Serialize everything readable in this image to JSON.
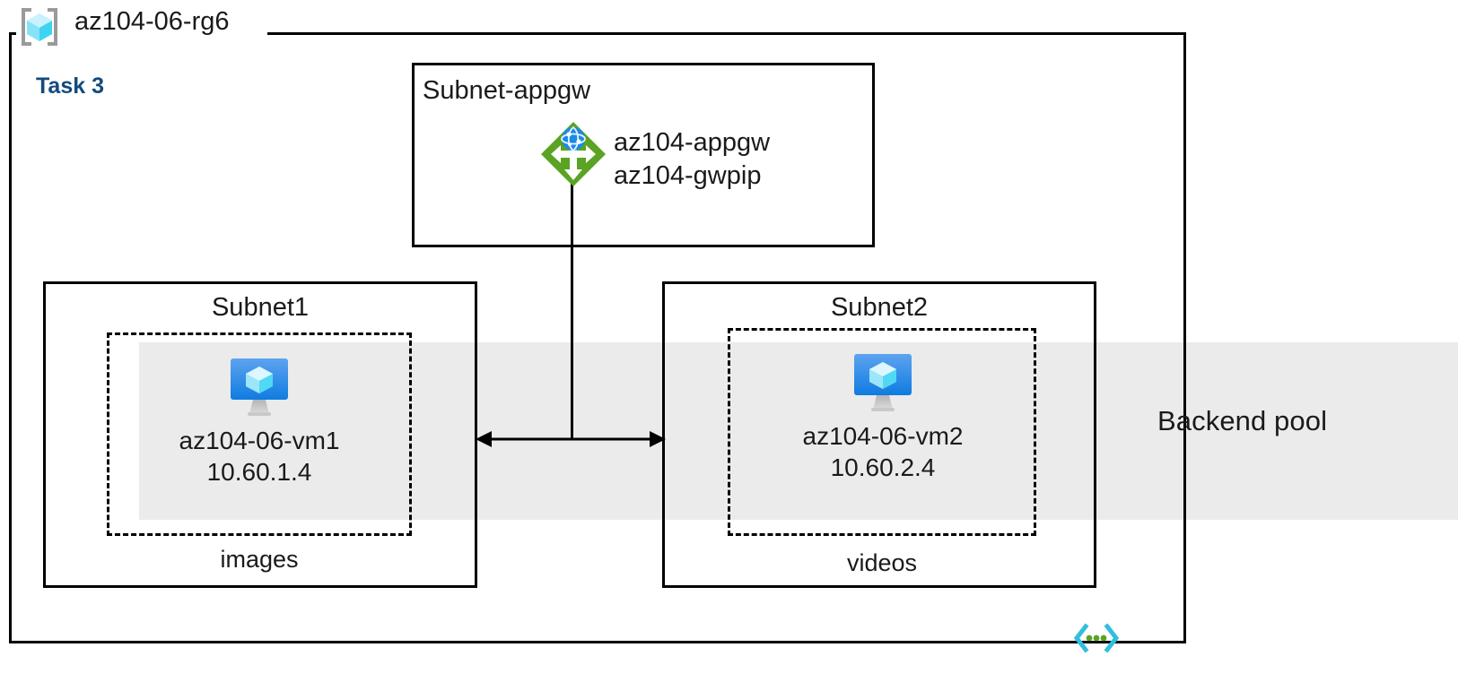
{
  "diagram": {
    "resource_group": {
      "icon": "resource-group-cube-icon",
      "title": "az104-06-rg6"
    },
    "task_label": "Task 3",
    "vnet": {
      "icon": "virtual-network-icon"
    },
    "backend_pool": {
      "label": "Backend pool",
      "color": "#ebebeb"
    },
    "subnets": [
      {
        "name": "Subnet-appgw",
        "resources": [
          {
            "icon": "application-gateway-icon",
            "name": "az104-appgw",
            "secondary": "az104-gwpip"
          }
        ]
      },
      {
        "name": "Subnet1",
        "vm": {
          "icon": "virtual-machine-icon",
          "name": "az104-06-vm1",
          "ip": "10.60.1.4"
        },
        "service": "images"
      },
      {
        "name": "Subnet2",
        "vm": {
          "icon": "virtual-machine-icon",
          "name": "az104-06-vm2",
          "ip": "10.60.2.4"
        },
        "service": "videos"
      }
    ],
    "colors": {
      "appgw_green": "#5ba323",
      "vm_blue": "#1b8ae6",
      "cube_cyan": "#50e6ff",
      "task_navy": "#134a7e",
      "vnet_cyan": "#32bedd",
      "vnet_green": "#5ba323",
      "stroke": "#000000"
    }
  }
}
